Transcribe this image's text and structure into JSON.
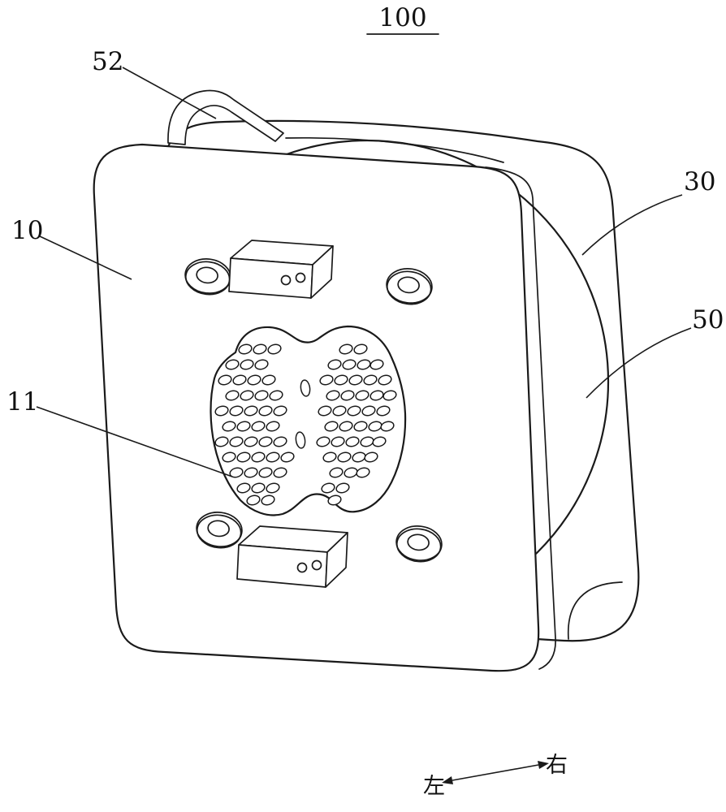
{
  "figure": {
    "number": "100",
    "parts": {
      "p52": "52",
      "p10": "10",
      "p30": "30",
      "p50": "50",
      "p11": "11"
    },
    "orientation": {
      "left": "左",
      "right": "右"
    },
    "colors": {
      "ink": "#1a1a1a",
      "paper": "#ffffff"
    }
  }
}
